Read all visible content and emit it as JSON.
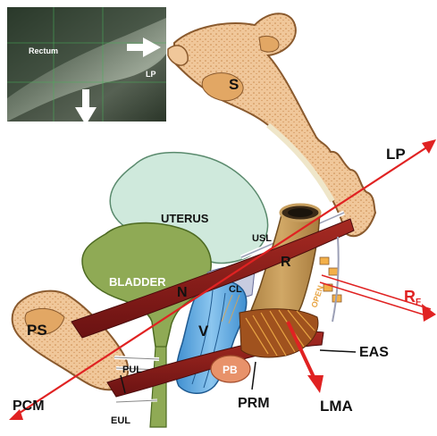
{
  "inset": {
    "rectum_label": "Rectum",
    "lp_label": "LP"
  },
  "labels": {
    "lp": "LP",
    "s": "S",
    "uterus": "UTERUS",
    "usl": "USL",
    "r": "R",
    "bladder": "BLADDER",
    "n": "N",
    "cl": "CL",
    "v": "V",
    "open": "OPEN",
    "ps": "PS",
    "pul": "PUL",
    "pb": "PB",
    "eas": "EAS",
    "pcm": "PCM",
    "prm": "PRM",
    "lma": "LMA",
    "eul": "EUL",
    "rf_main": "R",
    "rf_sub": "F"
  },
  "colors": {
    "bone": "#f0c79a",
    "bone_edge": "#8a5a2e",
    "bone_marrow": "#d9a064",
    "uterus": "#cfe9dc",
    "bladder": "#8faa55",
    "rectum": "#c49a5a",
    "vagina": "#5aa6dc",
    "muscle": "#8b1c1c",
    "arrow_red": "#e02222",
    "perineal_body": "#e8926a",
    "ligament": "#c8cce0"
  },
  "icons": {
    "inset_arrow_right": "arrow-right-icon",
    "inset_arrow_down": "arrow-down-icon"
  }
}
